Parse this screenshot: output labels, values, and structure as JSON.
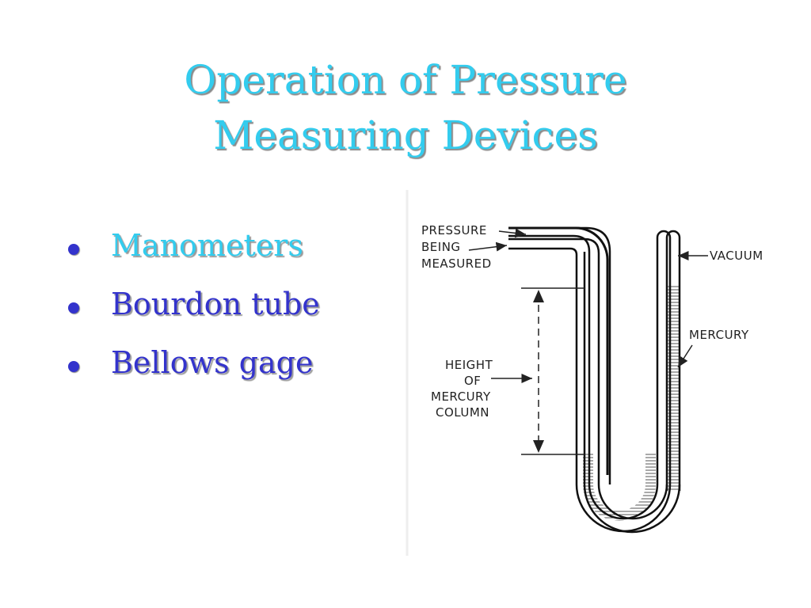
{
  "slide": {
    "title_line1": "Operation of Pressure",
    "title_line2": "Measuring Devices"
  },
  "bullets": [
    {
      "label": "Manometers",
      "color": "#33ccee"
    },
    {
      "label": "Bourdon tube",
      "color": "#3333cc"
    },
    {
      "label": "Bellows gage",
      "color": "#3333cc"
    }
  ],
  "figure": {
    "labels": {
      "pressure_line1": "PRESSURE",
      "pressure_line2": "BEING",
      "pressure_line3": "MEASURED",
      "vacuum": "VACUUM",
      "mercury": "MERCURY",
      "height_line1": "HEIGHT",
      "height_line2": "OF",
      "height_line3": "MERCURY",
      "height_line4": "COLUMN"
    }
  },
  "colors": {
    "title": "#33ccee",
    "bullet_active": "#33ccee",
    "bullet_normal": "#3333cc"
  }
}
